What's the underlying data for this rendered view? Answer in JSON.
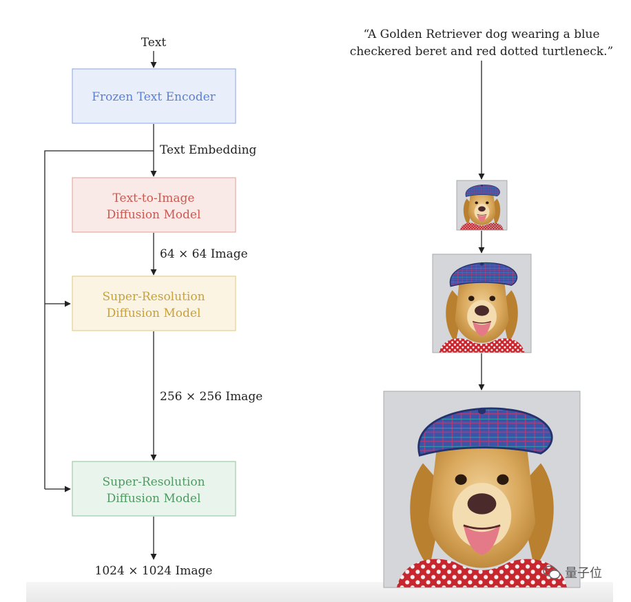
{
  "pipeline": {
    "input_label": "Text",
    "encoder_label": "Frozen Text Encoder",
    "embedding_label": "Text Embedding",
    "base_model_line1": "Text-to-Image",
    "base_model_line2": "Diffusion Model",
    "edge_64_label": "64 × 64 Image",
    "sr1_line1": "Super-Resolution",
    "sr1_line2": "Diffusion Model",
    "edge_256_label": "256 × 256 Image",
    "sr2_line1": "Super-Resolution",
    "sr2_line2": "Diffusion Model",
    "output_label": "1024 × 1024 Image"
  },
  "example": {
    "prompt_line1": "“A Golden Retriever dog wearing a blue",
    "prompt_line2": "checkered beret and red dotted turtleneck.”"
  },
  "watermark": {
    "text": "量子位",
    "icon": "wechat-icon"
  },
  "colors": {
    "encoder": "#5b7fd6",
    "base": "#c95a52",
    "sr1": "#c9a13a",
    "sr2": "#4f9a62"
  }
}
